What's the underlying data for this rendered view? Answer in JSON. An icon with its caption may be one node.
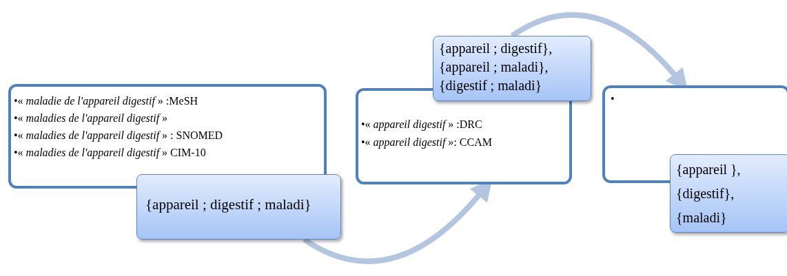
{
  "diagram": {
    "nodes": [
      {
        "text": [
          "•« *maladie de l'appareil digestif* » :MeSH",
          "•« *maladies de l'appareil digestif* »",
          "•« *maladies de l'appareil digestif* » : SNOMED",
          "•« *maladies de l'appareil digestif* » CIM-10"
        ]
      },
      {
        "text": [
          "{appareil ; digestif ; maladi}"
        ]
      },
      {
        "text": [
          "•« *appareil digestif* » :DRC",
          "•« *appareil digestif* »: CCAM"
        ]
      },
      {
        "text": [
          "{appareil ; digestif},",
          "{appareil ; maladi},",
          "{digestif ; maladi}"
        ]
      },
      {
        "text": [
          "•"
        ]
      },
      {
        "text": [
          "{appareil },",
          "{digestif},",
          "{maladi}"
        ]
      }
    ],
    "edges": [
      {
        "from": 1,
        "to": 2,
        "arrow": "to"
      },
      {
        "from": 3,
        "to": 4,
        "arrow": "to"
      }
    ]
  }
}
